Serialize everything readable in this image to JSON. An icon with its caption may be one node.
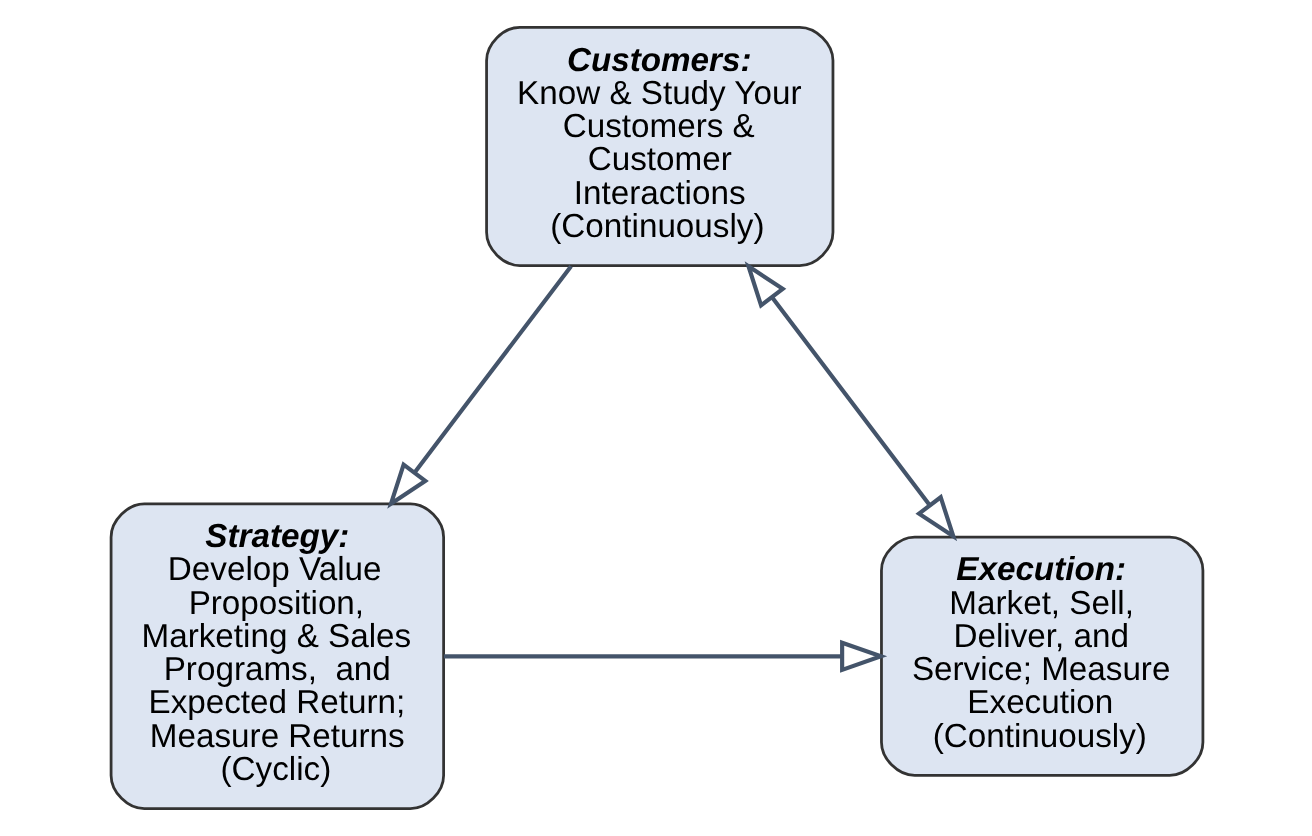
{
  "diagram": {
    "nodes": [
      {
        "text": [
          "Customers:",
          "Know & Study Your Customers & Customer Interactions (Continuously)"
        ]
      },
      {
        "text": [
          "Strategy:",
          "Develop Value Proposition, Marketing & Sales Programs,  and Expected Return; Measure Returns (Cyclic)"
        ]
      },
      {
        "text": [
          "Execution:",
          "Market, Sell, Deliver, and Service; Measure Execution (Continuously)"
        ]
      }
    ],
    "edges": [
      {
        "from": 0,
        "to": 1,
        "arrow": "to"
      },
      {
        "from": 0,
        "to": 2,
        "arrow": "both"
      },
      {
        "from": 1,
        "to": 2,
        "arrow": "to"
      }
    ]
  }
}
